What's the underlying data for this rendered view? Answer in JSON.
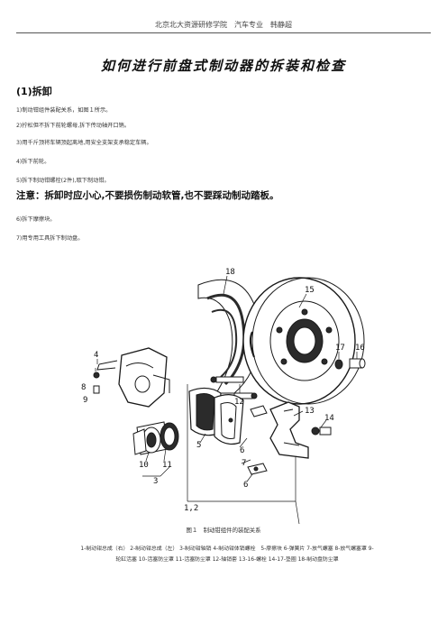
{
  "header": {
    "text": "北京北大资源研修学院　汽车专业　韩静超"
  },
  "title": "如何进行前盘式制动器的拆装和检查",
  "section": {
    "heading": "(1)拆卸"
  },
  "steps": [
    "1)制动钳组件装配关系，如图１所示。",
    "2)拧松但不拆下前轮螺母,拆下传动轴开口销。",
    "3)用千斤顶将车辆顶起离地,用安全支架支承稳定车辆。",
    "4)拆下前轮。",
    "5)拆下制动钳螺栓(2件),取下制动钳。"
  ],
  "note": "注意：拆卸时应小心,不要损伤制动软管,也不要踩动制动踏板。",
  "steps2": [
    "6)拆下摩擦块。",
    "7)用专用工具拆下制动盘。"
  ],
  "figure": {
    "labels": [
      "18",
      "15",
      "17",
      "16",
      "4",
      "8",
      "9",
      "12",
      "13",
      "14",
      "5",
      "6",
      "10",
      "11",
      "3",
      "7",
      "6",
      "1,2"
    ],
    "colors": {
      "line": "#1a1a1a",
      "fill": "#ffffff",
      "shade": "#2b2b2b"
    }
  },
  "caption": "图１　制动钳组件的装配关系",
  "legend": [
    "1-制动钳总成（右） 2-制动钳总成（左） 3-制动钳轴销 4-制动钳体销螺栓　5-摩擦块 6-弹簧片 7-放气螺塞 8-放气螺塞罩 9-",
    "轮缸活塞 10-活塞防尘罩 11-活塞防尘罩 12-轴销套 13-16-螺栓 14-17-垫圈 18-制动盘防尘罩"
  ]
}
